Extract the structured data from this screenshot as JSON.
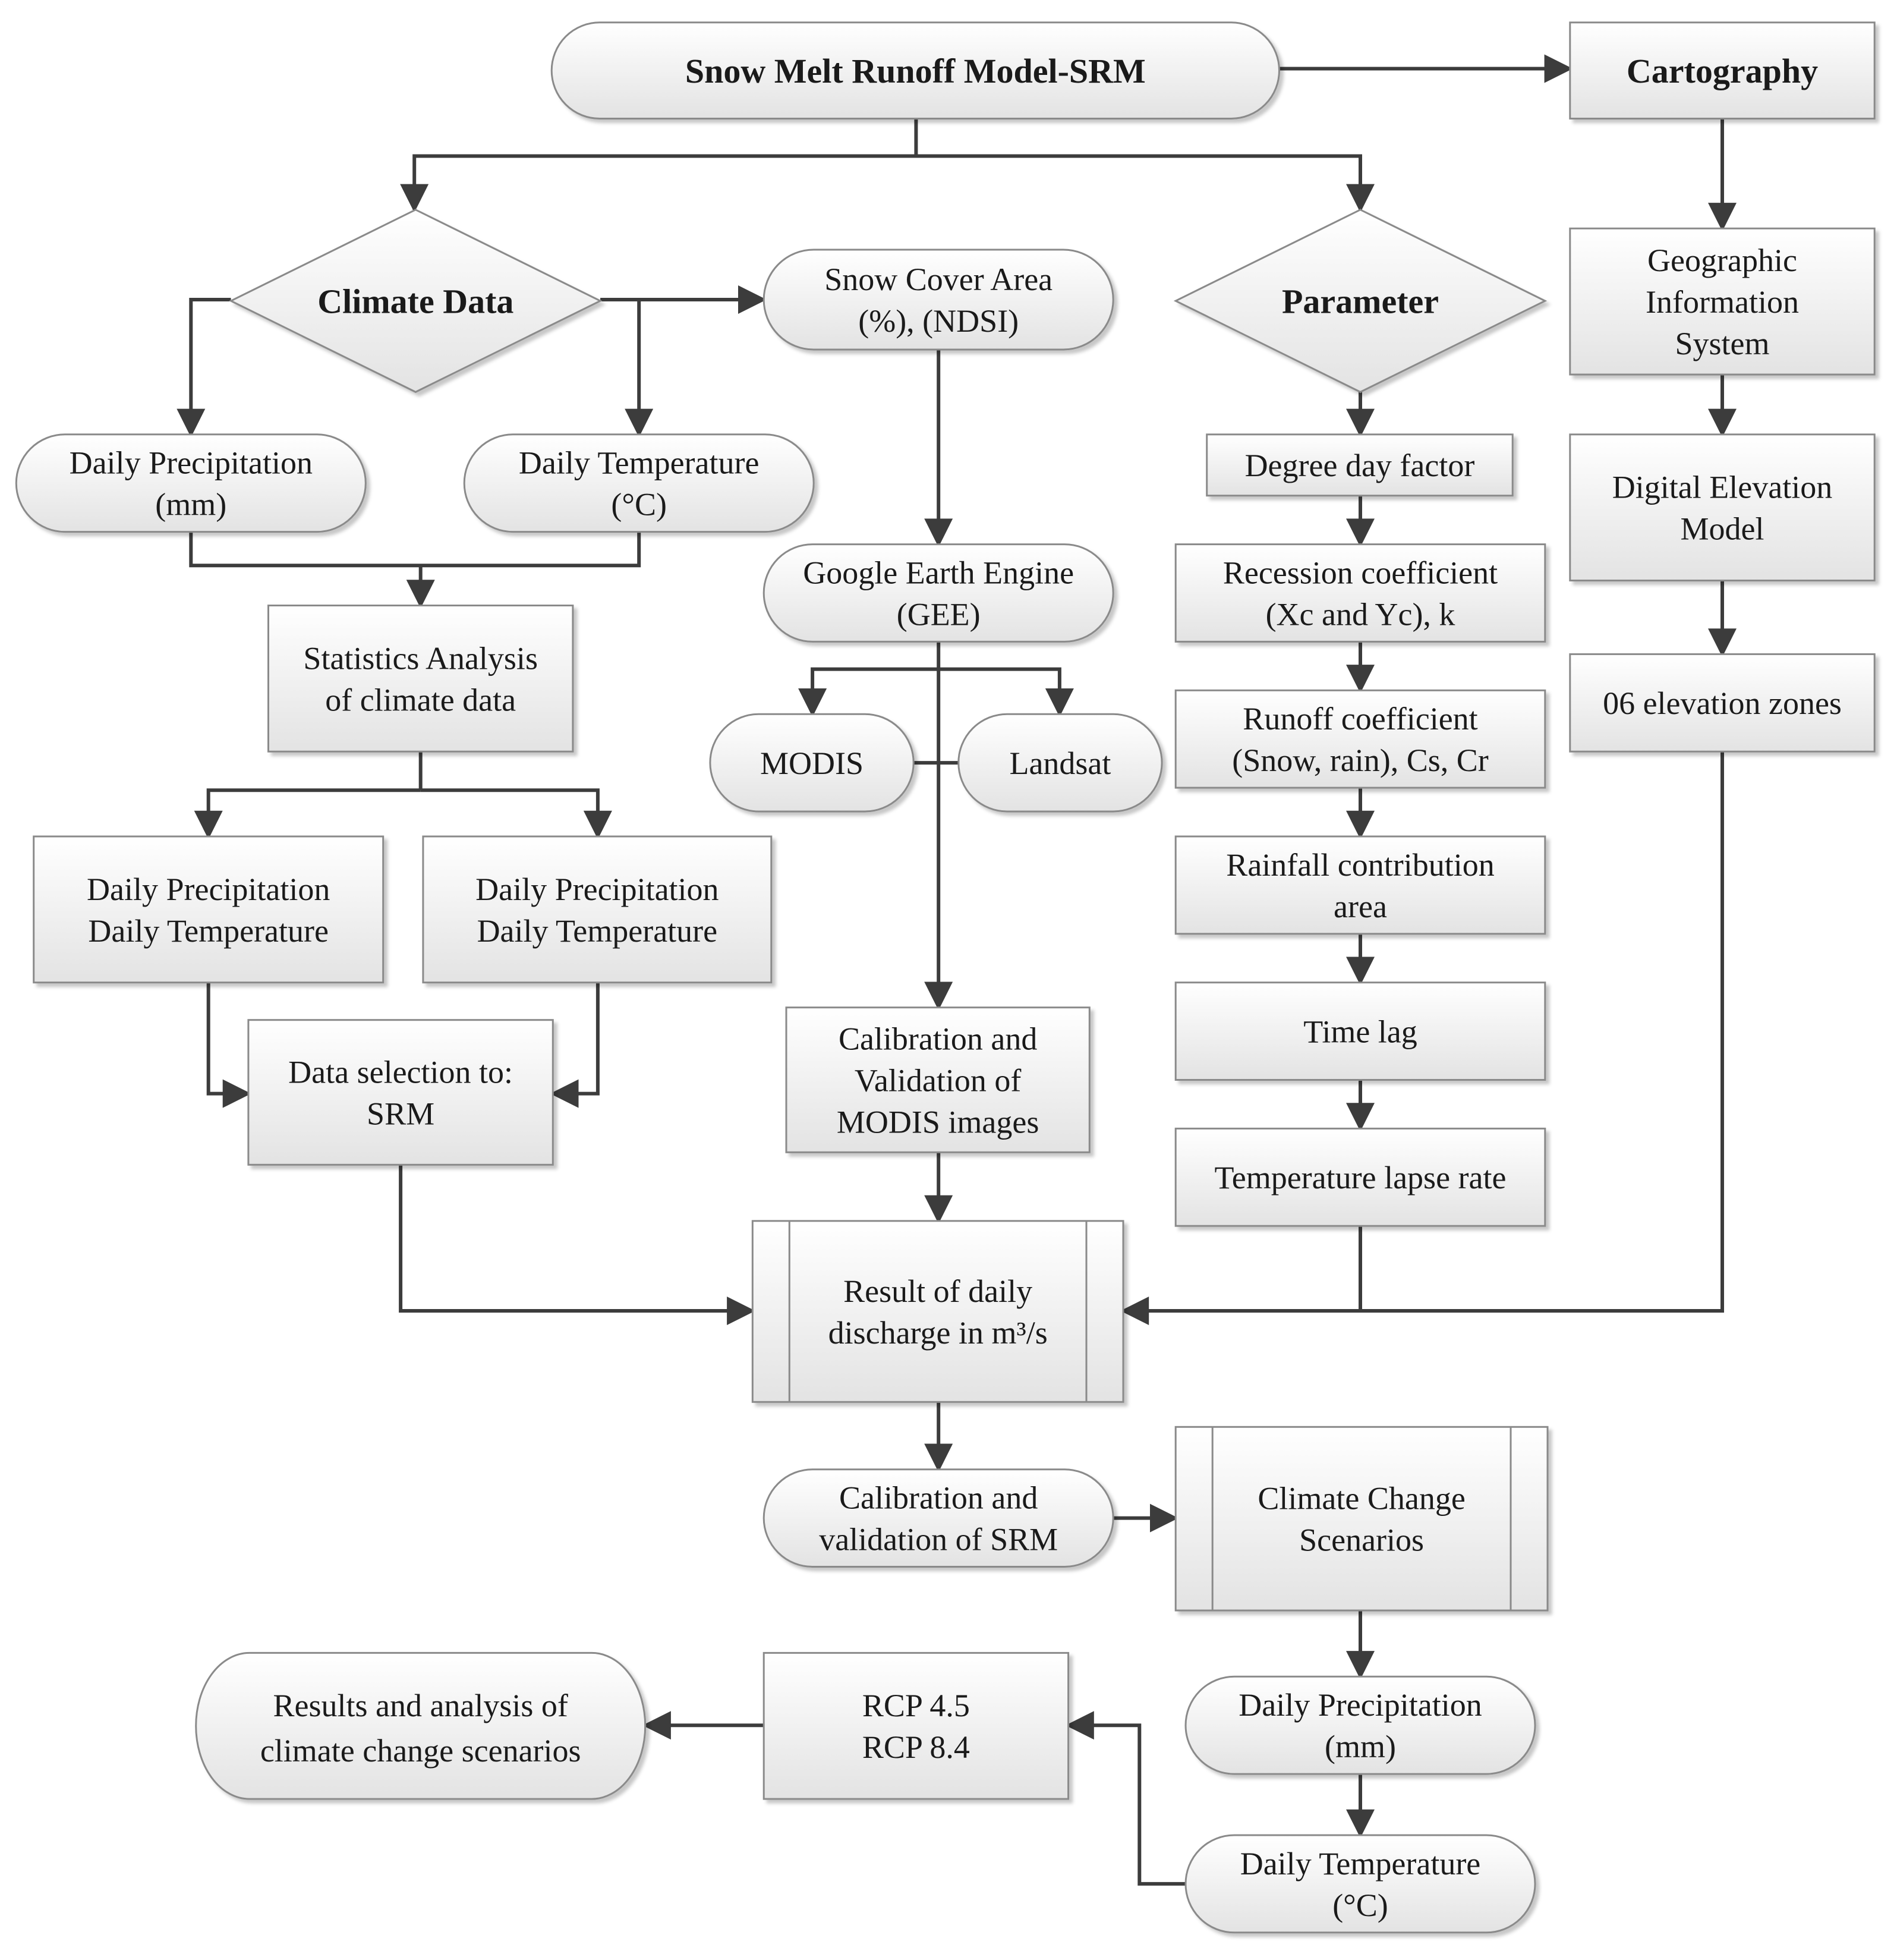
{
  "nodes": {
    "srm_model": {
      "lines": [
        "Snow Melt Runoff Model-SRM"
      ]
    },
    "cartography": {
      "lines": [
        "Cartography"
      ]
    },
    "gis": {
      "lines": [
        "Geographic",
        "Information",
        "System"
      ]
    },
    "dem": {
      "lines": [
        "Digital Elevation",
        "Model"
      ]
    },
    "elevation_zones": {
      "lines": [
        "06 elevation zones"
      ]
    },
    "climate_data": {
      "lines": [
        "Climate Data"
      ]
    },
    "snow_cover": {
      "lines": [
        "Snow Cover Area",
        "(%), (NDSI)"
      ]
    },
    "parameter": {
      "lines": [
        "Parameter"
      ]
    },
    "daily_precip_1": {
      "lines": [
        "Daily Precipitation",
        "(mm)"
      ]
    },
    "daily_temp_1": {
      "lines": [
        "Daily Temperature",
        "(°C)"
      ]
    },
    "gee": {
      "lines": [
        "Google Earth Engine",
        "(GEE)"
      ]
    },
    "degree_day": {
      "lines": [
        "Degree day factor"
      ]
    },
    "stats_analysis": {
      "lines": [
        "Statistics Analysis",
        "of climate data"
      ]
    },
    "modis": {
      "lines": [
        "MODIS"
      ]
    },
    "landsat": {
      "lines": [
        "Landsat"
      ]
    },
    "recession": {
      "lines": [
        "Recession coefficient",
        "(Xc and Yc), k"
      ]
    },
    "runoff_coef": {
      "lines": [
        "Runoff coefficient",
        "(Snow, rain), Cs, Cr"
      ]
    },
    "precip_temp_left": {
      "lines": [
        "Daily Precipitation",
        "Daily Temperature"
      ]
    },
    "precip_temp_right": {
      "lines": [
        "Daily Precipitation",
        "Daily Temperature"
      ]
    },
    "rainfall_area": {
      "lines": [
        "Rainfall contribution",
        "area"
      ]
    },
    "time_lag": {
      "lines": [
        "Time lag"
      ]
    },
    "data_selection": {
      "lines": [
        "Data selection to:",
        "SRM"
      ]
    },
    "calib_modis": {
      "lines": [
        "Calibration and",
        "Validation of",
        "MODIS images"
      ]
    },
    "temp_lapse": {
      "lines": [
        "Temperature lapse rate"
      ]
    },
    "daily_discharge": {
      "lines": [
        "Result of daily",
        "discharge in m³/s"
      ]
    },
    "calib_srm": {
      "lines": [
        "Calibration and",
        "validation of SRM"
      ]
    },
    "climate_change": {
      "lines": [
        "Climate Change",
        "Scenarios"
      ]
    },
    "results_analysis": {
      "lines": [
        "Results and analysis of",
        "climate change scenarios"
      ]
    },
    "rcp": {
      "lines": [
        "RCP 4.5",
        "RCP 8.4"
      ]
    },
    "daily_precip_2": {
      "lines": [
        "Daily Precipitation",
        "(mm)"
      ]
    },
    "daily_temp_2": {
      "lines": [
        "Daily Temperature",
        "(°C)"
      ]
    }
  },
  "colors": {
    "box_fill_top": "#ffffff",
    "box_fill_bottom": "#e3e3e3",
    "box_stroke": "#8a8a8a",
    "edge": "#3c3c3c",
    "text": "#1a1a1a"
  }
}
